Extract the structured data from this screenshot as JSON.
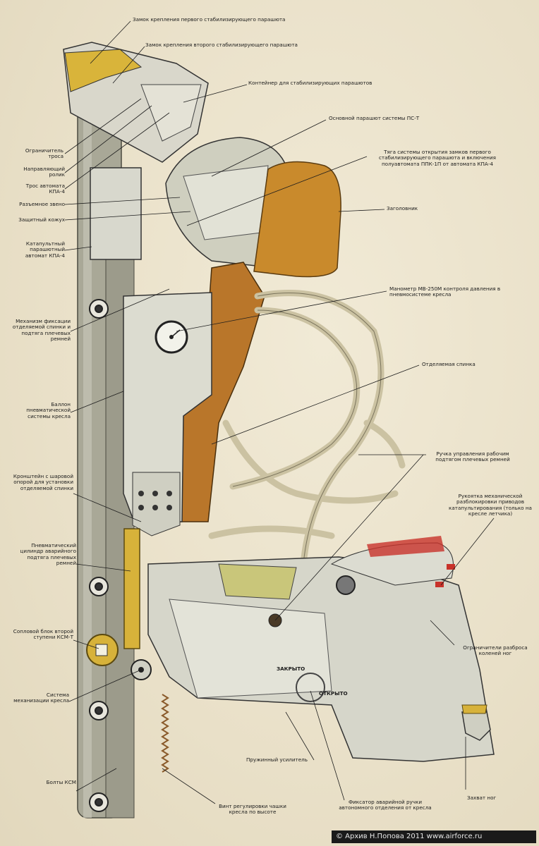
{
  "labels": {
    "lock1": "Замок крепления первого стабилизирующего парашюта",
    "lock2": "Замок крепления второго стабилизирующего парашюта",
    "container": "Контейнер для стабилизирующих парашютов",
    "main_chute": "Основной парашют системы ПС-Т",
    "rod": "Тяга системы открытия замков первого стабилизирующего парашюта и включения полуавтомата ППК-1П от автомата КПА-4",
    "headrest": "Заголовник",
    "limiter": "Ограничитель троса",
    "roller": "Направляющий ролик",
    "cable": "Трос автомата КПА-4",
    "link": "Разъемное звено",
    "cover": "Защитный кожух",
    "automat": "Катапультный парашютный автомат КПА-4",
    "manometer": "Манометр МВ-250М контроля давления в пневмосистеме кресла",
    "fixation": "Механизм фиксации отделяемой спинки и подтяга плечевых ремней",
    "back": "Отделяемая спинка",
    "cylinder_tank": "Баллон пневматической системы кресла",
    "bracket": "Кронштейн с шаровой опорой для установки отделяемой спинки",
    "handle_straps": "Ручка управления рабочим подтягом плечевых ремней",
    "mech_handle": "Рукоятка механической разблокировки приводов катапультирования (только на кресле летчика)",
    "pneu_cyl": "Пневматический цилиндр аварийного подтяга плечевых ремней",
    "nozzle": "Сопловой блок второй ступени КСМ-Т",
    "knee_limit": "Ограничители разброса коленей ног",
    "mech_sys": "Система механизации кресла",
    "spring": "Пружинный усилитель",
    "closed": "ЗАКРЫТО",
    "open": "ОТКРЫТО",
    "bolts": "Болты КСМ",
    "screw": "Винт регулировки чашки кресла по высоте",
    "fixator": "Фиксатор аварийной ручки автономного отделения от кресла",
    "legs": "Захват ног"
  },
  "copyright": "© Архив Н.Попова 2011    www.airforce.ru",
  "colors": {
    "background": "#ece4cf",
    "metal": "#d8d8cc",
    "leather": "#c98a2c",
    "strap": "#d9d0b0",
    "rail": "#a8a798",
    "yellow": "#d7b23a",
    "red_stripes": "#c8322a"
  }
}
